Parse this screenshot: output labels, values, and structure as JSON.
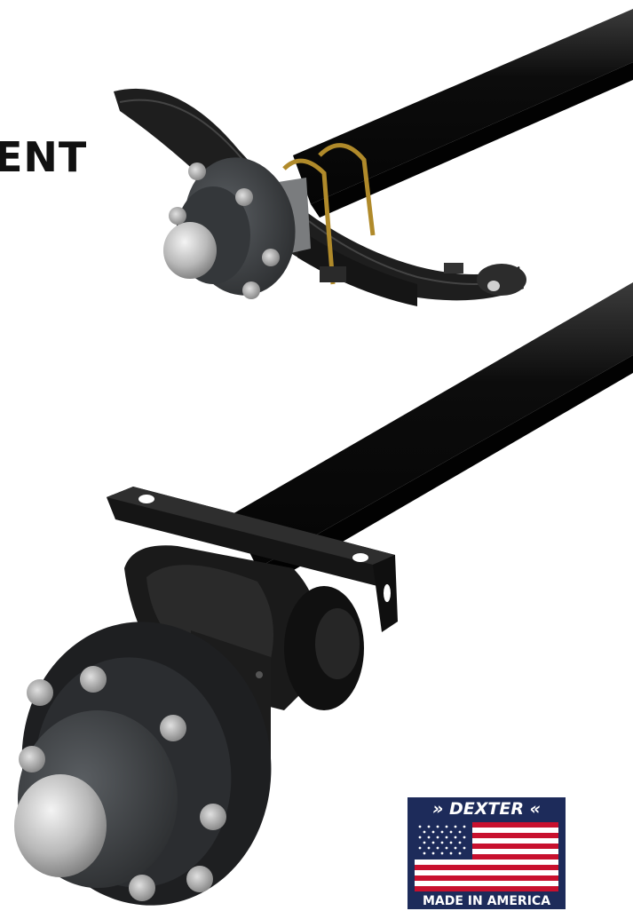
{
  "headline": "ENT",
  "badge": {
    "brand": "» DEXTER «",
    "tagline": "MADE IN AMERICA"
  },
  "colors": {
    "axle": "#111111",
    "hub": "#3a3d40",
    "cap": "#c8c8c8",
    "spring": "#2a2a2a",
    "ubolt": "#b08a2a",
    "badge_bg": "#1d2b5a",
    "flag_red": "#c8102e",
    "flag_blue": "#1d2b5a"
  },
  "images": [
    "leaf-spring-axle",
    "torsion-axle"
  ]
}
